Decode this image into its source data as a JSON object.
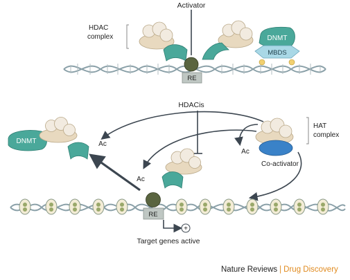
{
  "colors": {
    "dnmt_teal": "#4aa89a",
    "co_activator_blue": "#3a82c8",
    "re_box_gray": "#bfc7c3",
    "factor_dark_green": "#5a6540",
    "protein_beige": "#e8d9bf",
    "dna_strand": "#8aa0a8",
    "arrow_dark": "#3c4650",
    "credit_orange": "#e08a1e"
  },
  "top_panel": {
    "activator_label": "Activator",
    "hdac_complex_label": [
      "HDAC",
      "complex"
    ],
    "dnmt_label": "DNMT",
    "mbds_label": "MBDS",
    "re_label": "RE"
  },
  "bottom_panel": {
    "hdacis_label": "HDACis",
    "hat_complex_label": [
      "HAT",
      "complex"
    ],
    "co_activator_label": "Co-activator",
    "dnmt_label": "DNMT",
    "ac_label": "Ac",
    "re_label": "RE",
    "target_genes_label": "Target genes active",
    "plus_symbol": "+"
  },
  "credit": {
    "journal": "Nature Reviews",
    "separator": "|",
    "section": "Drug Discovery"
  }
}
